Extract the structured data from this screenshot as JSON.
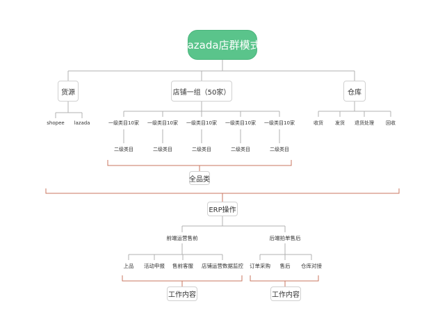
{
  "colors": {
    "root_fill": "#5ac48b",
    "line": "#b0b0b0",
    "bracket": "#c8765f",
    "box_border": "#d0d0d0",
    "text": "#333333"
  },
  "root": {
    "label": "lazada店群模式"
  },
  "branches": {
    "source": {
      "label": "货源",
      "children": [
        "shopee",
        "lazada"
      ]
    },
    "store": {
      "label": "店铺一组（50家）",
      "level1": [
        "一级类目10家",
        "一级类目10家",
        "一级类目10家",
        "一级类目10家",
        "一级类目10家"
      ],
      "level2": [
        "二级类目",
        "二级类目",
        "二级类目",
        "二级类目",
        "二级类目"
      ]
    },
    "warehouse": {
      "label": "仓库",
      "children": [
        "收货",
        "发货",
        "退货处理",
        "回收"
      ]
    }
  },
  "full_category": {
    "label": "全品类"
  },
  "erp": {
    "label": "ERP操作"
  },
  "pre_sale": {
    "label": "前端运营售前",
    "children": [
      "上品",
      "活动申报",
      "售前客服",
      "店铺运营数据监控"
    ],
    "summary": "工作内容"
  },
  "post_sale": {
    "label": "后端拍单售后",
    "children": [
      "订单采购",
      "售后",
      "仓库对接"
    ],
    "summary": "工作内容"
  }
}
